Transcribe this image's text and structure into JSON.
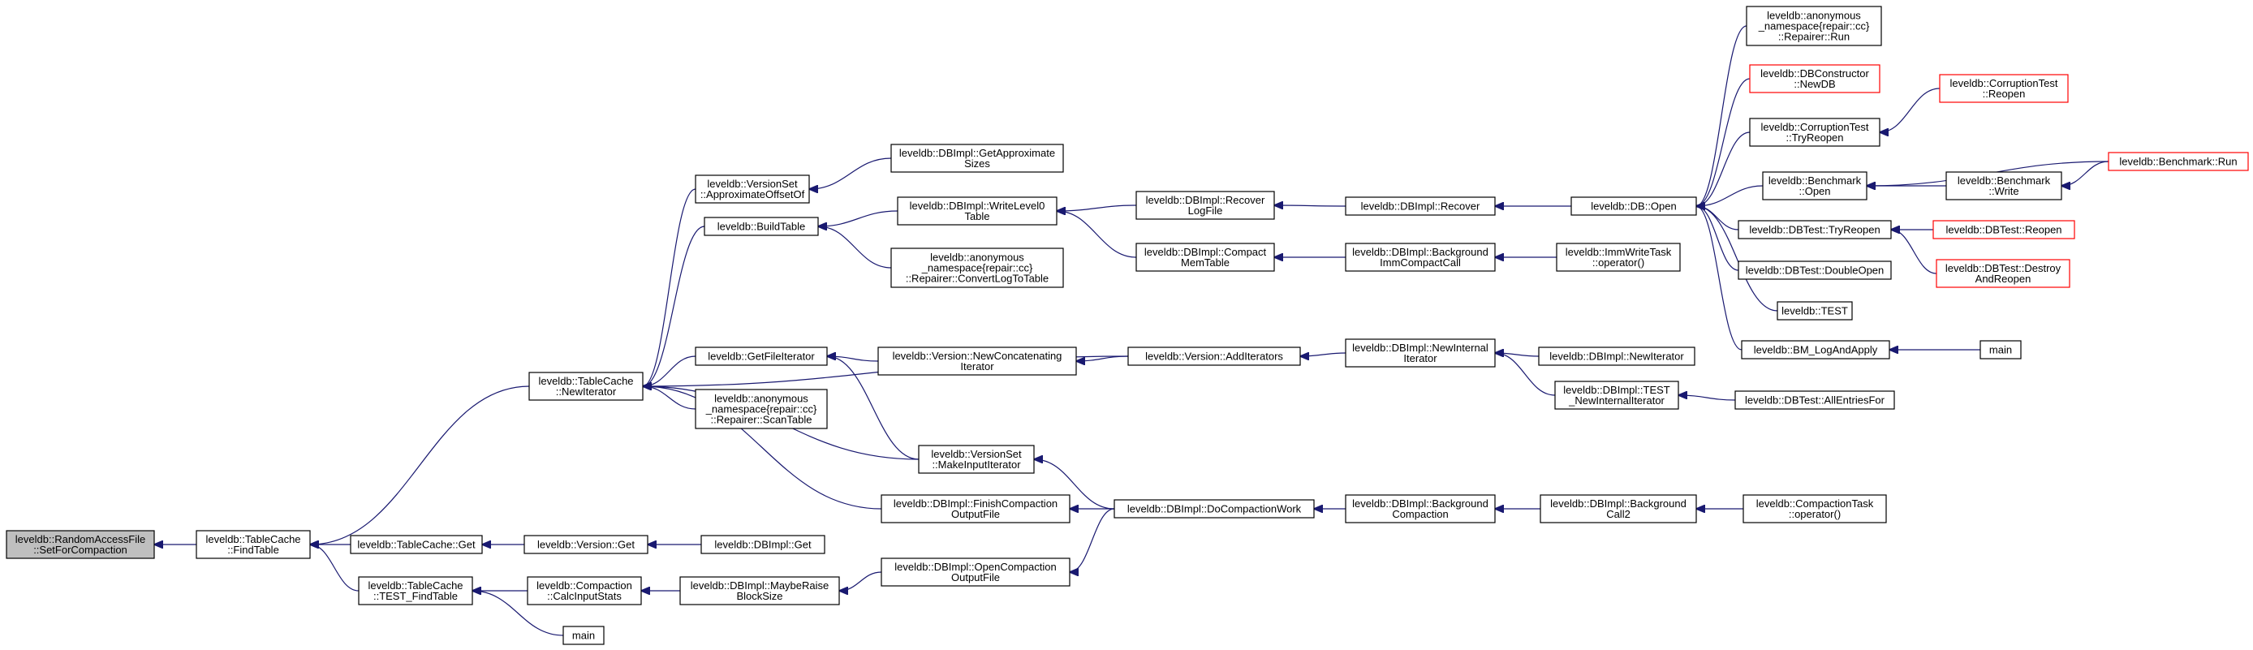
{
  "nodes": {
    "n0": {
      "lines": [
        "leveldb::RandomAccessFile",
        "::SetForCompaction"
      ],
      "style": "root"
    },
    "n1": {
      "lines": [
        "leveldb::TableCache",
        "::FindTable"
      ]
    },
    "n2": {
      "lines": [
        "leveldb::TableCache",
        "::NewIterator"
      ]
    },
    "n3": {
      "lines": [
        "leveldb::TableCache::Get"
      ]
    },
    "n4": {
      "lines": [
        "leveldb::TableCache",
        "::TEST_FindTable"
      ]
    },
    "n5": {
      "lines": [
        "leveldb::VersionSet",
        "::ApproximateOffsetOf"
      ]
    },
    "n6": {
      "lines": [
        "leveldb::BuildTable"
      ]
    },
    "n7": {
      "lines": [
        "leveldb::GetFileIterator"
      ]
    },
    "n8": {
      "lines": [
        "leveldb::anonymous",
        "_namespace{repair::cc}",
        "::Repairer::ScanTable"
      ]
    },
    "n9": {
      "lines": [
        "leveldb::Version::Get"
      ]
    },
    "n10": {
      "lines": [
        "leveldb::Compaction",
        "::CalcInputStats"
      ]
    },
    "n11": {
      "lines": [
        "main"
      ]
    },
    "n12": {
      "lines": [
        "leveldb::DBImpl::GetApproximate",
        "Sizes"
      ]
    },
    "n13": {
      "lines": [
        "leveldb::DBImpl::WriteLevel0",
        "Table"
      ]
    },
    "n14": {
      "lines": [
        "leveldb::anonymous",
        "_namespace{repair::cc}",
        "::Repairer::ConvertLogToTable"
      ]
    },
    "n15": {
      "lines": [
        "leveldb::Version::NewConcatenating",
        "Iterator"
      ]
    },
    "n16": {
      "lines": [
        "leveldb::VersionSet",
        "::MakeInputIterator"
      ]
    },
    "n17": {
      "lines": [
        "leveldb::DBImpl::FinishCompaction",
        "OutputFile"
      ]
    },
    "n18": {
      "lines": [
        "leveldb::DBImpl::Get"
      ]
    },
    "n19": {
      "lines": [
        "leveldb::DBImpl::MaybeRaise",
        "BlockSize"
      ]
    },
    "n20": {
      "lines": [
        "leveldb::DBImpl::OpenCompaction",
        "OutputFile"
      ]
    },
    "n21": {
      "lines": [
        "leveldb::DBImpl::Recover",
        "LogFile"
      ]
    },
    "n22": {
      "lines": [
        "leveldb::DBImpl::Compact",
        "MemTable"
      ]
    },
    "n23": {
      "lines": [
        "leveldb::Version::AddIterators"
      ]
    },
    "n24": {
      "lines": [
        "leveldb::DBImpl::DoCompactionWork"
      ]
    },
    "n25": {
      "lines": [
        "leveldb::DBImpl::Recover"
      ]
    },
    "n26": {
      "lines": [
        "leveldb::DBImpl::Background",
        "ImmCompactCall"
      ]
    },
    "n27": {
      "lines": [
        "leveldb::DBImpl::NewInternal",
        "Iterator"
      ]
    },
    "n28": {
      "lines": [
        "leveldb::DBImpl::Background",
        "Compaction"
      ]
    },
    "n29": {
      "lines": [
        "leveldb::DB::Open"
      ]
    },
    "n30": {
      "lines": [
        "leveldb::ImmWriteTask",
        "::operator()"
      ]
    },
    "n31": {
      "lines": [
        "leveldb::DBImpl::NewIterator"
      ]
    },
    "n32": {
      "lines": [
        "leveldb::DBImpl::TEST",
        "_NewInternalIterator"
      ]
    },
    "n33": {
      "lines": [
        "leveldb::DBImpl::Background",
        "Call2"
      ]
    },
    "n34": {
      "lines": [
        "leveldb::anonymous",
        "_namespace{repair::cc}",
        "::Repairer::Run"
      ]
    },
    "n35": {
      "lines": [
        "leveldb::DBConstructor",
        "::NewDB"
      ],
      "style": "red"
    },
    "n36": {
      "lines": [
        "leveldb::CorruptionTest",
        "::TryReopen"
      ]
    },
    "n37": {
      "lines": [
        "leveldb::Benchmark",
        "::Open"
      ]
    },
    "n38": {
      "lines": [
        "leveldb::DBTest::TryReopen"
      ]
    },
    "n39": {
      "lines": [
        "leveldb::DBTest::DoubleOpen"
      ]
    },
    "n40": {
      "lines": [
        "leveldb::TEST"
      ]
    },
    "n41": {
      "lines": [
        "leveldb::BM_LogAndApply"
      ]
    },
    "n42": {
      "lines": [
        "leveldb::DBTest::AllEntriesFor"
      ]
    },
    "n43": {
      "lines": [
        "leveldb::CompactionTask",
        "::operator()"
      ]
    },
    "n44": {
      "lines": [
        "leveldb::CorruptionTest",
        "::Reopen"
      ],
      "style": "red"
    },
    "n45": {
      "lines": [
        "leveldb::Benchmark",
        "::Write"
      ]
    },
    "n46": {
      "lines": [
        "leveldb::DBTest::Reopen"
      ],
      "style": "red"
    },
    "n47": {
      "lines": [
        "leveldb::DBTest::Destroy",
        "AndReopen"
      ],
      "style": "red"
    },
    "n48": {
      "lines": [
        "main"
      ]
    },
    "n49": {
      "lines": [
        "leveldb::Benchmark::Run"
      ],
      "style": "red"
    }
  },
  "edges": [
    [
      "n1",
      "n0"
    ],
    [
      "n2",
      "n1"
    ],
    [
      "n3",
      "n1"
    ],
    [
      "n4",
      "n1"
    ],
    [
      "n5",
      "n2"
    ],
    [
      "n6",
      "n2"
    ],
    [
      "n7",
      "n2"
    ],
    [
      "n8",
      "n2"
    ],
    [
      "n16",
      "n2"
    ],
    [
      "n17",
      "n2"
    ],
    [
      "n23",
      "n2"
    ],
    [
      "n9",
      "n3"
    ],
    [
      "n10",
      "n4"
    ],
    [
      "n11",
      "n4"
    ],
    [
      "n12",
      "n5"
    ],
    [
      "n13",
      "n6"
    ],
    [
      "n14",
      "n6"
    ],
    [
      "n15",
      "n7"
    ],
    [
      "n16",
      "n7"
    ],
    [
      "n18",
      "n9"
    ],
    [
      "n19",
      "n10"
    ],
    [
      "n20",
      "n19"
    ],
    [
      "n21",
      "n13"
    ],
    [
      "n22",
      "n13"
    ],
    [
      "n23",
      "n15"
    ],
    [
      "n24",
      "n16"
    ],
    [
      "n24",
      "n17"
    ],
    [
      "n24",
      "n20"
    ],
    [
      "n25",
      "n21"
    ],
    [
      "n26",
      "n22"
    ],
    [
      "n27",
      "n23"
    ],
    [
      "n28",
      "n24"
    ],
    [
      "n29",
      "n25"
    ],
    [
      "n30",
      "n26"
    ],
    [
      "n31",
      "n27"
    ],
    [
      "n32",
      "n27"
    ],
    [
      "n33",
      "n28"
    ],
    [
      "n42",
      "n32"
    ],
    [
      "n43",
      "n33"
    ],
    [
      "n34",
      "n29"
    ],
    [
      "n35",
      "n29"
    ],
    [
      "n36",
      "n29"
    ],
    [
      "n37",
      "n29"
    ],
    [
      "n38",
      "n29"
    ],
    [
      "n39",
      "n29"
    ],
    [
      "n40",
      "n29"
    ],
    [
      "n41",
      "n29"
    ],
    [
      "n44",
      "n36"
    ],
    [
      "n45",
      "n37"
    ],
    [
      "n49",
      "n37"
    ],
    [
      "n46",
      "n38"
    ],
    [
      "n47",
      "n38"
    ],
    [
      "n48",
      "n41"
    ],
    [
      "n49",
      "n45"
    ]
  ]
}
